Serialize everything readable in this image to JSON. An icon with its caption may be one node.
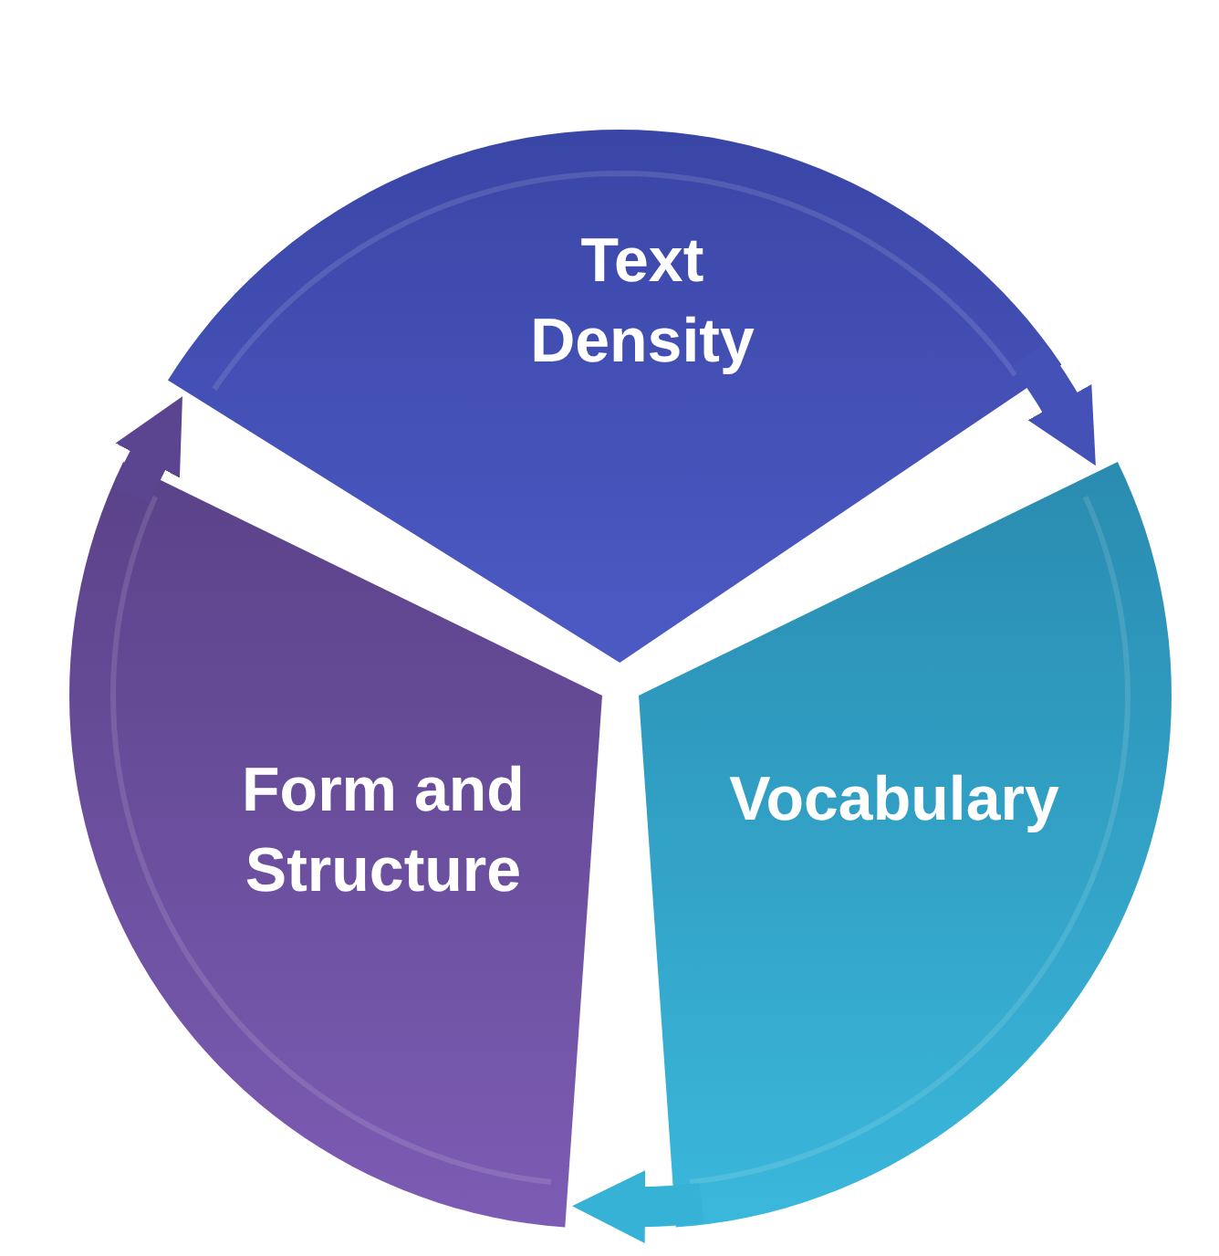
{
  "diagram": {
    "nodes": [
      {
        "text": [
          "Text Density"
        ]
      },
      {
        "text": [
          "Vocabulary"
        ]
      },
      {
        "text": [
          "Form and Structure"
        ]
      }
    ],
    "edges": [
      {
        "from": 0,
        "to": 1,
        "arrow": "to",
        "color": "#4452b8"
      },
      {
        "from": 1,
        "to": 2,
        "arrow": "to",
        "color": "#36b2d6"
      },
      {
        "from": 2,
        "to": 0,
        "arrow": "to",
        "color": "#5c4590"
      }
    ]
  }
}
